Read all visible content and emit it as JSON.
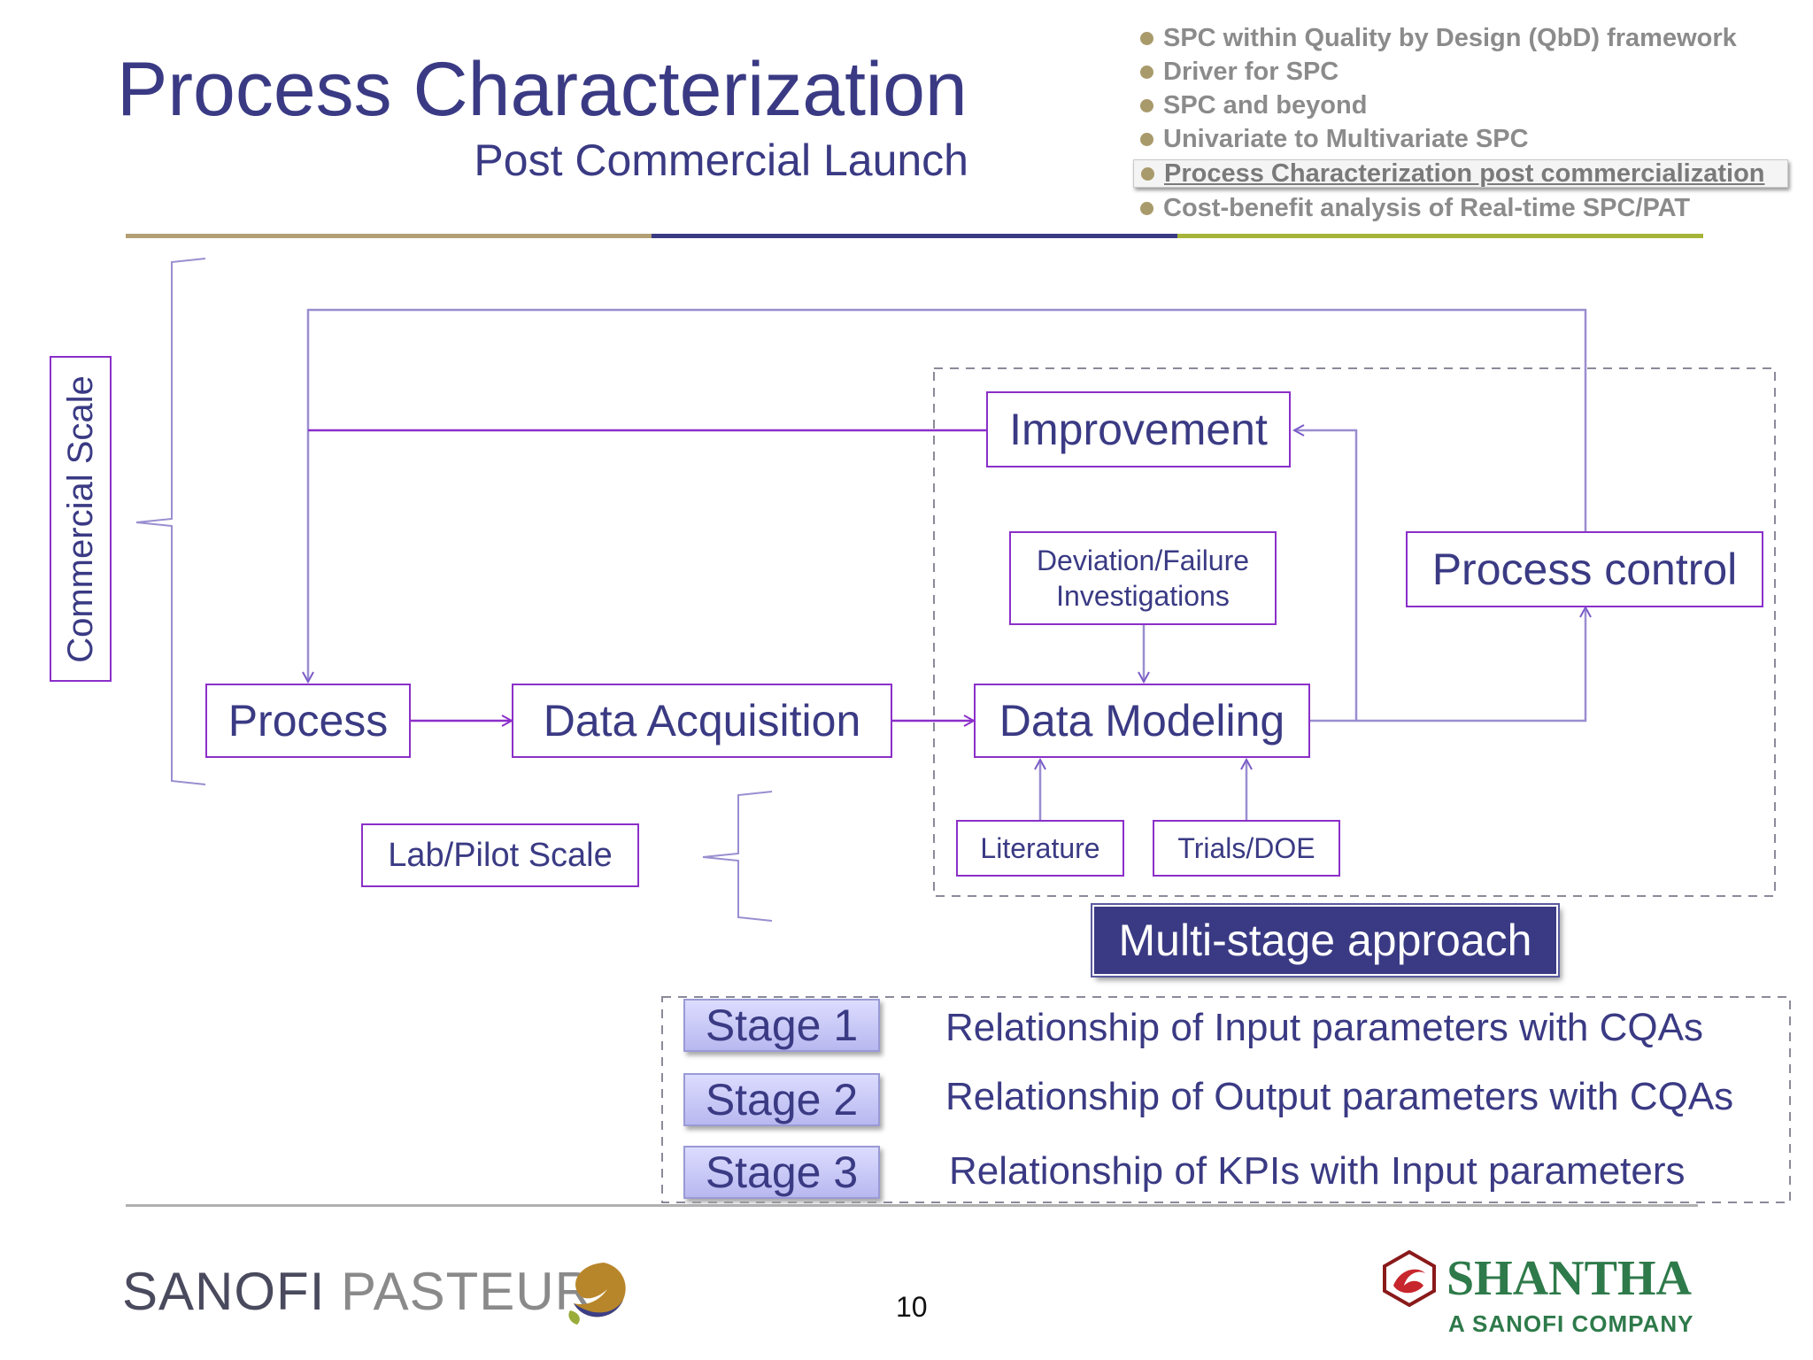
{
  "header": {
    "title": "Process Characterization",
    "subtitle": "Post Commercial Launch"
  },
  "agenda": {
    "items": [
      "SPC within Quality by Design (QbD) framework",
      "Driver for SPC",
      "SPC and beyond",
      "Univariate to Multivariate SPC",
      "Process Characterization post commercialization",
      "Cost-benefit  analysis of Real-time SPC/PAT"
    ],
    "active_index": 4
  },
  "diagram": {
    "commercial_scale": "Commercial Scale",
    "process": "Process",
    "data_acquisition": "Data Acquisition",
    "data_modeling": "Data Modeling",
    "improvement": "Improvement",
    "deviation_line1": "Deviation/Failure",
    "deviation_line2": "Investigations",
    "process_control": "Process control",
    "literature": "Literature",
    "trials": "Trials/DOE",
    "lab_pilot": "Lab/Pilot Scale"
  },
  "multistage": {
    "label": "Multi-stage approach",
    "stages": [
      {
        "label": "Stage 1",
        "text": "Relationship of Input parameters with CQAs"
      },
      {
        "label": "Stage 2",
        "text": "Relationship of Output parameters with CQAs"
      },
      {
        "label": "Stage 3",
        "text": "Relationship of KPIs with Input parameters"
      }
    ]
  },
  "footer": {
    "page_number": "10",
    "logo_left_part1": "SANOFI",
    "logo_left_part2": "PASTEUR",
    "logo_right_line1": "SHANTHA",
    "logo_right_line2": "A SANOFI COMPANY"
  },
  "colors": {
    "title": "#3a3a84",
    "accent_purple": "#8b2fc9",
    "connector": "#9a8ed0",
    "rule_gold": "#b39f74",
    "rule_navy": "#3a3a84",
    "rule_green": "#a6b43a"
  }
}
